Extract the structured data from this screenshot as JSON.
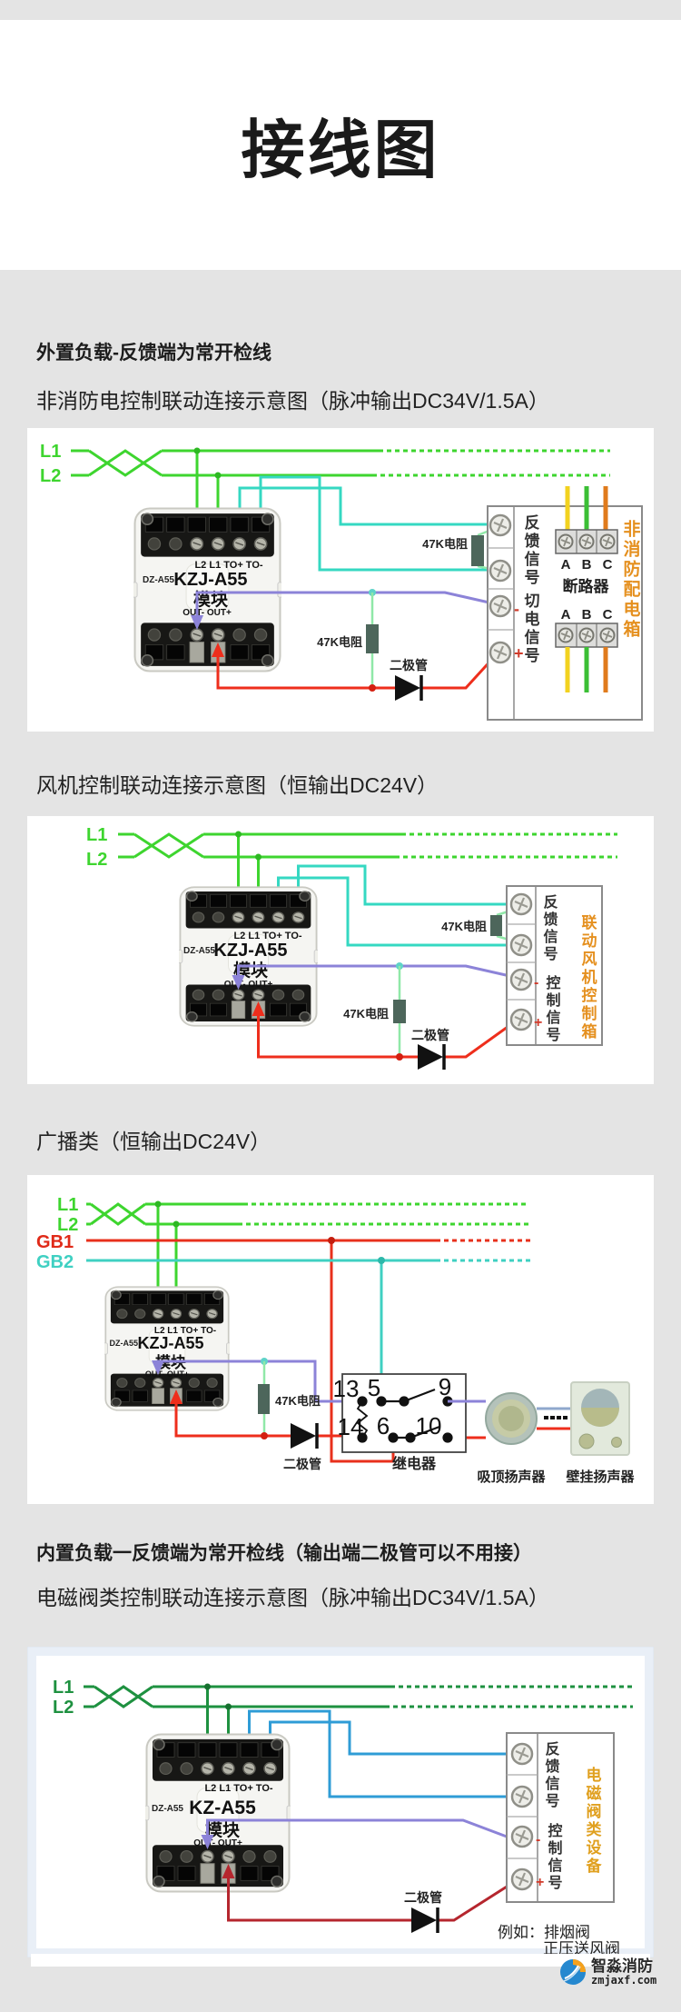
{
  "page": {
    "title": "接线图"
  },
  "sections": {
    "s1": {
      "heading": "外置负载-反馈端为常开检线",
      "subheading": "非消防电控制联动连接示意图（脉冲输出DC34V/1.5A）",
      "module_name": "KZJ-A55",
      "box_title": "非消防配电箱",
      "terminal_group_top": "反馈信号",
      "terminal_group_bottom": "切电信号",
      "breaker": "断路器"
    },
    "s2": {
      "subheading": "风机控制联动连接示意图（恒输出DC24V）",
      "module_name": "KZJ-A55",
      "box_title": "联动风机控制箱",
      "terminal_group_top": "反馈信号",
      "terminal_group_bottom": "控制信号"
    },
    "s3": {
      "subheading": "广播类（恒输出DC24V）",
      "module_name": "KZJ-A55",
      "relay_label": "继电器",
      "ceiling_speaker": "吸顶扬声器",
      "wall_speaker": "壁挂扬声器",
      "relay_pins": {
        "p13": "13",
        "p5": "5",
        "p9": "9",
        "p14": "14",
        "p6": "6",
        "p10": "10"
      }
    },
    "s4": {
      "heading": "内置负载一反馈端为常开检线（输出端二极管可以不用接）",
      "subheading": "电磁阀类控制联动连接示意图（脉冲输出DC34V/1.5A）",
      "module_name": "KZ-A55",
      "box_title": "电磁阀类设备",
      "terminal_group_top": "反馈信号",
      "terminal_group_bottom": "控制信号",
      "example_line1": "例如：排烟阀",
      "example_line2": "正压送风阀"
    }
  },
  "wires": {
    "l1": "L1",
    "l2": "L2",
    "gb1": "GB1",
    "gb2": "GB2"
  },
  "module": {
    "dz_label": "DZ-A55",
    "sub_label": "模块",
    "top_terminals": "L2  L1  TO+  TO-",
    "out_labels": "OUT-  OUT+"
  },
  "components": {
    "resistor": "47K电阻",
    "diode": "二极管",
    "minus": "-",
    "plus": "+",
    "phase_a": "A",
    "phase_b": "B",
    "phase_c": "C"
  },
  "footer": {
    "brand": "智淼消防",
    "domain": "zmjaxf.com"
  }
}
